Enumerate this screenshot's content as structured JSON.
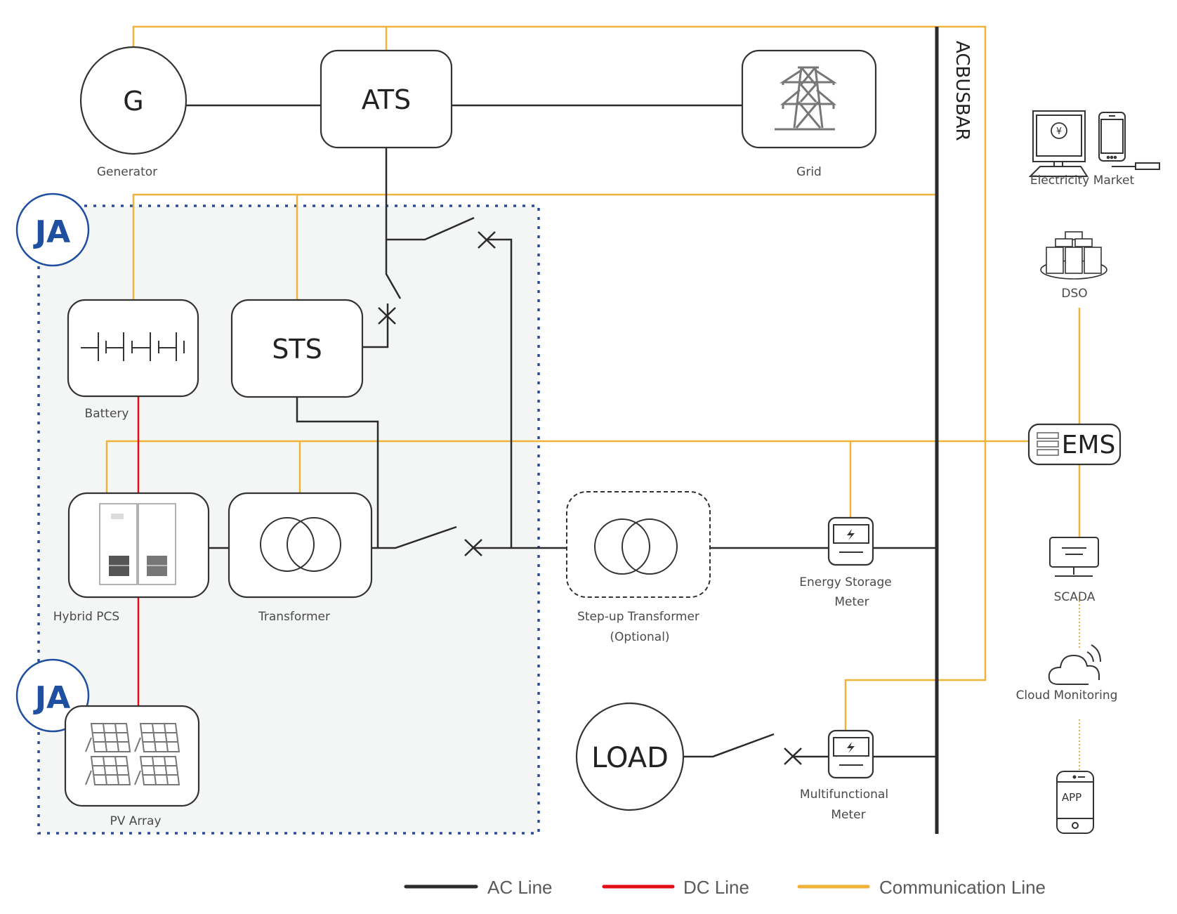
{
  "nodes": {
    "generator": {
      "symbol": "G",
      "label": "Generator"
    },
    "ats": {
      "symbol": "ATS"
    },
    "grid": {
      "label": "Grid"
    },
    "busbar": {
      "label": "ACBUSBAR"
    },
    "battery": {
      "label": "Battery"
    },
    "sts": {
      "symbol": "STS"
    },
    "hybrid_pcs": {
      "label": "Hybrid PCS"
    },
    "transformer": {
      "label": "Transformer"
    },
    "pv_array": {
      "label": "PV Array"
    },
    "stepup": {
      "label_line1": "Step-up Transformer",
      "label_line2": "(Optional)"
    },
    "es_meter": {
      "label_line1": "Energy Storage",
      "label_line2": "Meter"
    },
    "load": {
      "symbol": "LOAD"
    },
    "mf_meter": {
      "label_line1": "Multifunctional",
      "label_line2": "Meter"
    },
    "electricity_market": {
      "label": "Electricity Market",
      "currency_symbol": "¥"
    },
    "dso": {
      "label": "DSO"
    },
    "ems": {
      "symbol": "EMS"
    },
    "scada": {
      "label": "SCADA"
    },
    "cloud": {
      "label": "Cloud Monitoring"
    },
    "app": {
      "label": "APP"
    }
  },
  "brand": {
    "logo_text": "JA",
    "logo_color": "#1f4fa0",
    "region_border_color": "#2e4a9c",
    "region_fill": "#f4f6f6"
  },
  "legend": [
    {
      "label": "AC Line",
      "color": "#2b2b2b"
    },
    {
      "label": "DC Line",
      "color": "#e10d17"
    },
    {
      "label": "Communication Line",
      "color": "#f0b33a"
    }
  ]
}
